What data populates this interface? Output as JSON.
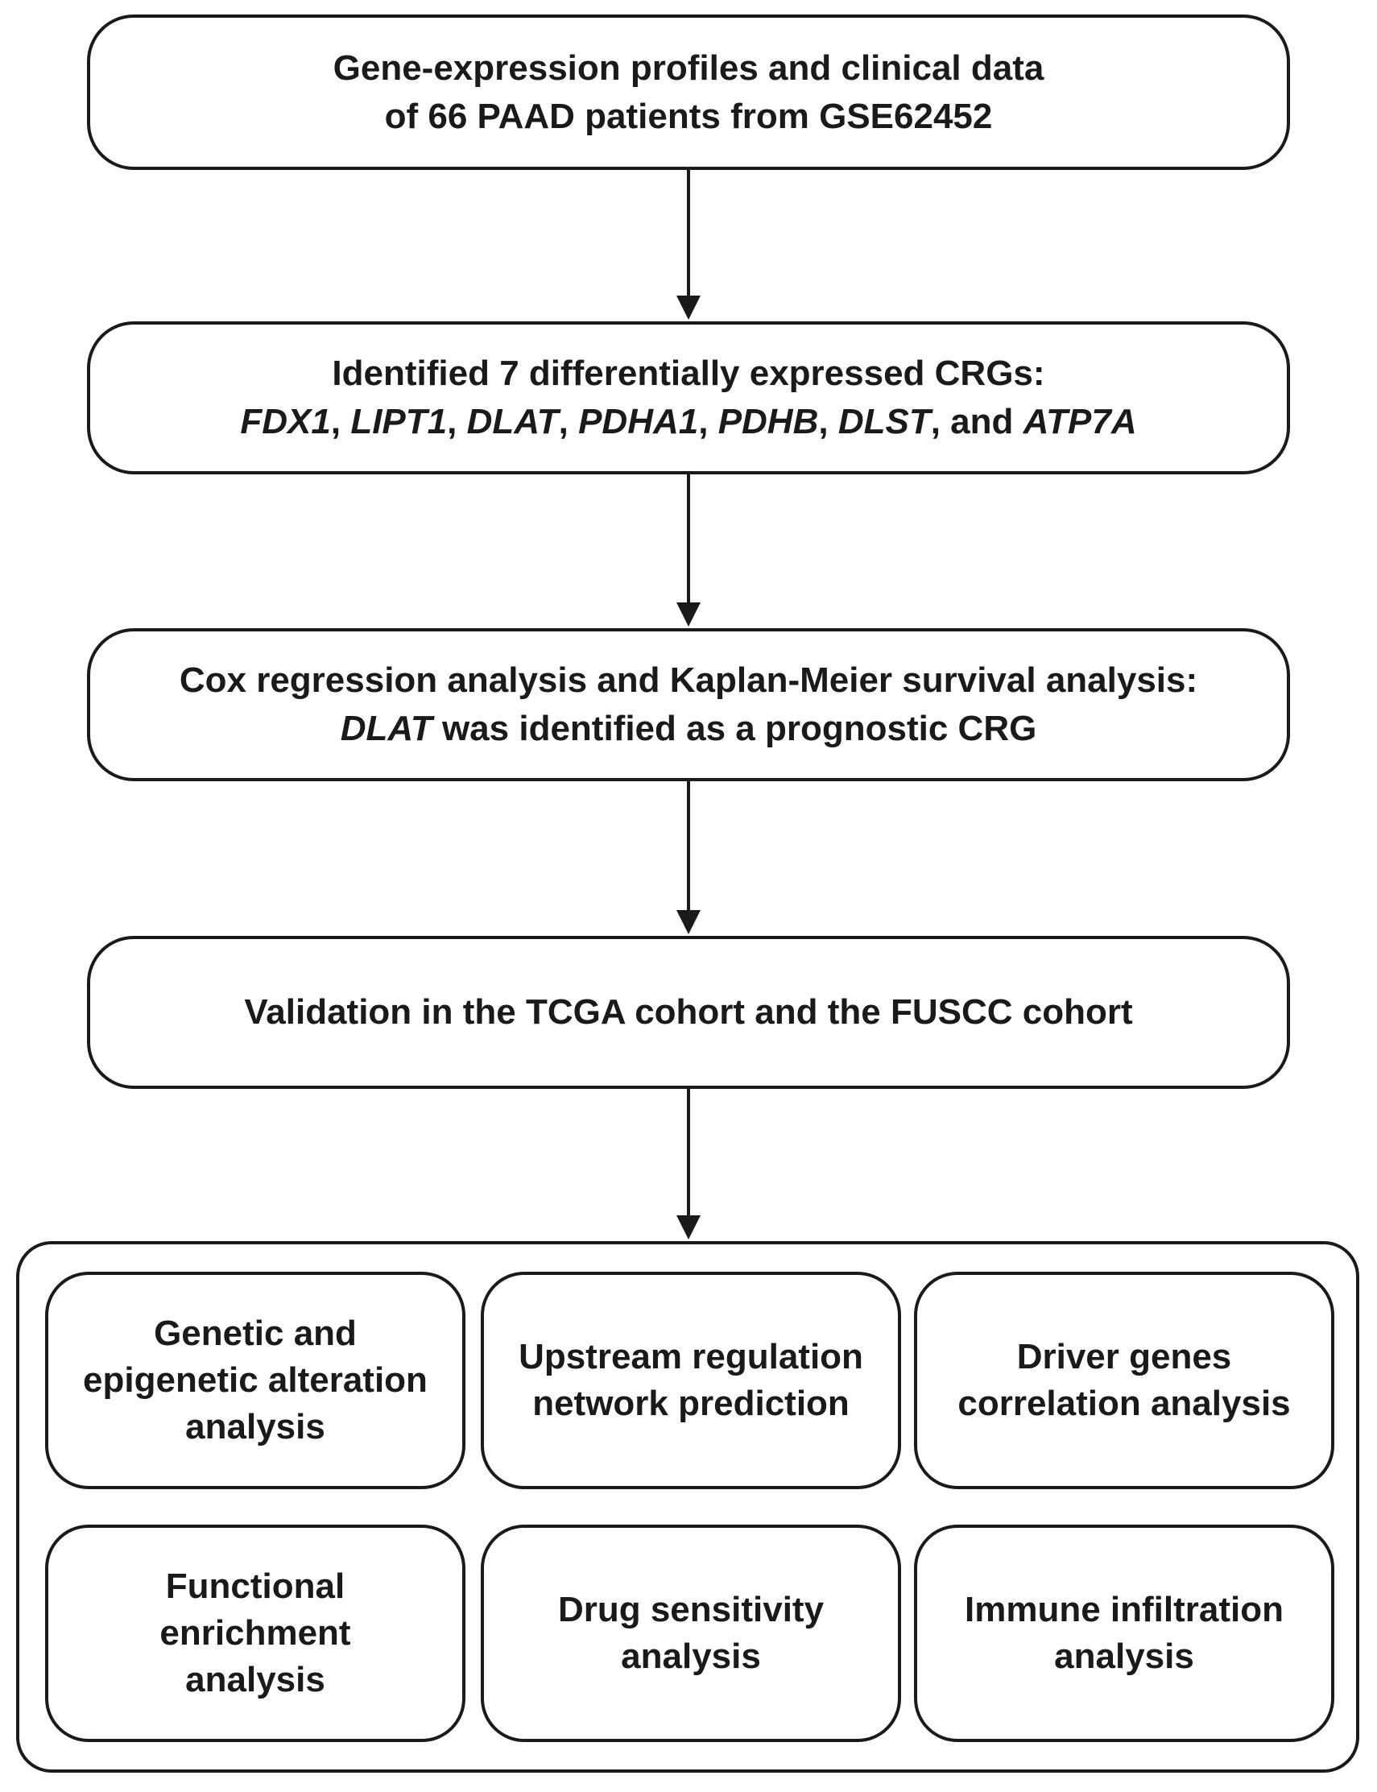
{
  "steps": [
    {
      "lines": [
        [
          {
            "text": "Gene-expression profiles and clinical data",
            "italic": false
          }
        ],
        [
          {
            "text": "of 66 PAAD patients from GSE62452",
            "italic": false
          }
        ]
      ]
    },
    {
      "lines": [
        [
          {
            "text": "Identified 7 differentially expressed CRGs:",
            "italic": false
          }
        ],
        [
          {
            "text": "FDX1",
            "italic": true
          },
          {
            "text": ", ",
            "italic": false
          },
          {
            "text": "LIPT1",
            "italic": true
          },
          {
            "text": ", ",
            "italic": false
          },
          {
            "text": "DLAT",
            "italic": true
          },
          {
            "text": ", ",
            "italic": false
          },
          {
            "text": "PDHA1",
            "italic": true
          },
          {
            "text": ", ",
            "italic": false
          },
          {
            "text": "PDHB",
            "italic": true
          },
          {
            "text": ", ",
            "italic": false
          },
          {
            "text": "DLST",
            "italic": true
          },
          {
            "text": ", and ",
            "italic": false
          },
          {
            "text": "ATP7A",
            "italic": true
          }
        ]
      ]
    },
    {
      "lines": [
        [
          {
            "text": "Cox regression analysis and Kaplan-Meier survival analysis:",
            "italic": false
          }
        ],
        [
          {
            "text": "DLAT",
            "italic": true
          },
          {
            "text": " was identified as a prognostic CRG",
            "italic": false
          }
        ]
      ]
    },
    {
      "lines": [
        [
          {
            "text": "Validation in the TCGA cohort  and the FUSCC cohort",
            "italic": false
          }
        ]
      ]
    }
  ],
  "analyses": [
    {
      "lines": [
        "Genetic and",
        "epigenetic alteration",
        "analysis"
      ]
    },
    {
      "lines": [
        "Upstream regulation",
        "network prediction"
      ]
    },
    {
      "lines": [
        "Driver genes",
        "correlation analysis"
      ]
    },
    {
      "lines": [
        "Functional",
        "enrichment",
        "analysis"
      ]
    },
    {
      "lines": [
        "Drug sensitivity",
        "analysis"
      ]
    },
    {
      "lines": [
        "Immune infiltration",
        "analysis"
      ]
    }
  ]
}
